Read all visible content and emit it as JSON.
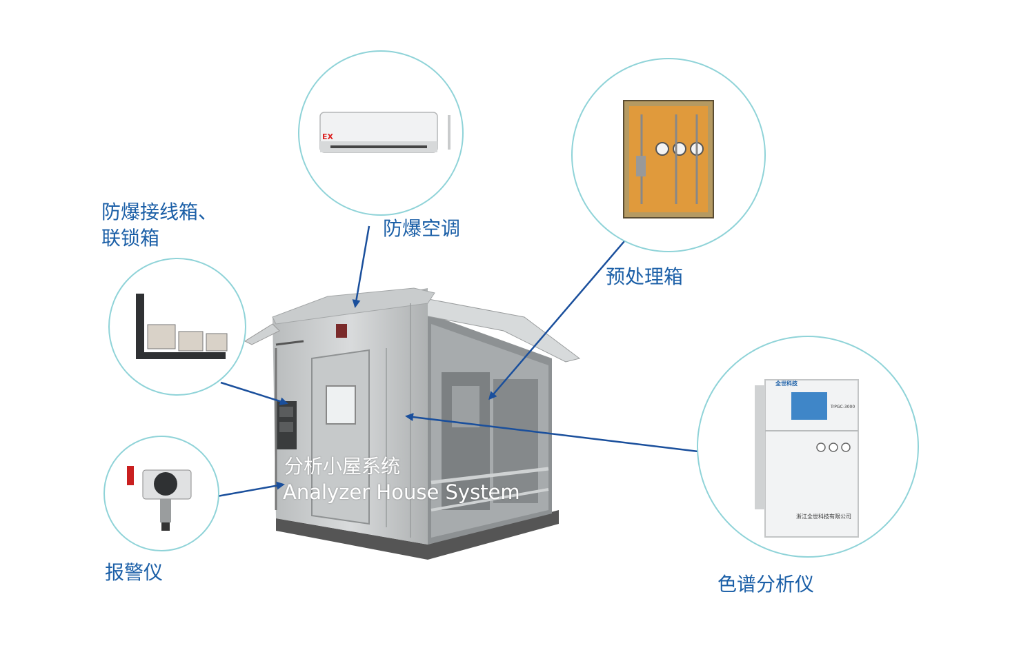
{
  "labels": {
    "aircon": "防爆空调",
    "junction_line1": "防爆接线箱、",
    "junction_line2": "联锁箱",
    "pretreatment": "预处理箱",
    "alarm": "报警仪",
    "chromatograph": "色谱分析仪"
  },
  "house": {
    "title_cn": "分析小屋系统",
    "title_en": "Analyzer House System"
  },
  "devices": {
    "aircon_badge": "EX",
    "gc_brand": "全世科技",
    "gc_model": "TrPGC-3000",
    "gc_company": "浙江全世科技有限公司"
  },
  "colors": {
    "accent": "#1b5fa7",
    "circle_border": "#8fd3d8",
    "arrow": "#1a4f9c"
  }
}
